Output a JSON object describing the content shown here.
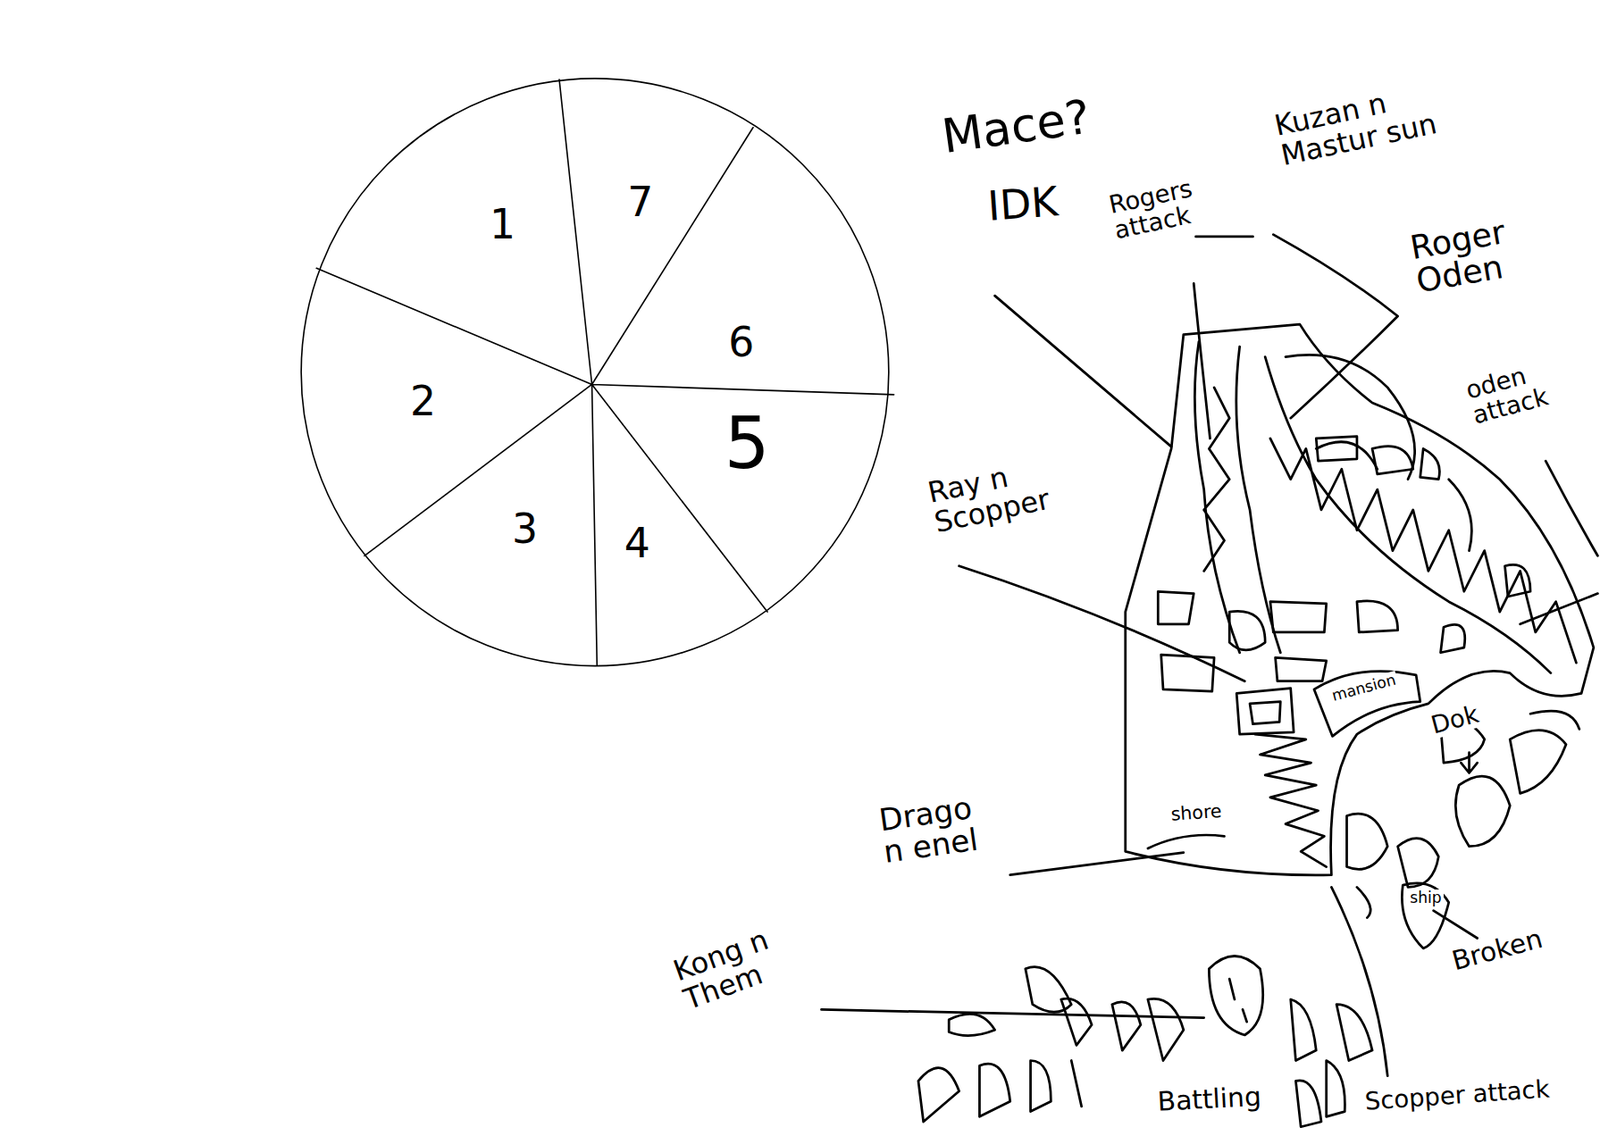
{
  "diagram": {
    "labels": [
      "1",
      "7",
      "6",
      "5",
      "4",
      "3",
      "2",
      "Mace?",
      "IDK",
      "Rogers attack",
      "Kuzan n Mastur sun",
      "Roger Oden",
      "oden attack",
      "Ray n Scopper",
      "mansion",
      "Dok",
      "shore",
      "Drago n enel",
      "ship",
      "Broken",
      "Kong n Them",
      "Battling",
      "Scopper attack"
    ]
  }
}
